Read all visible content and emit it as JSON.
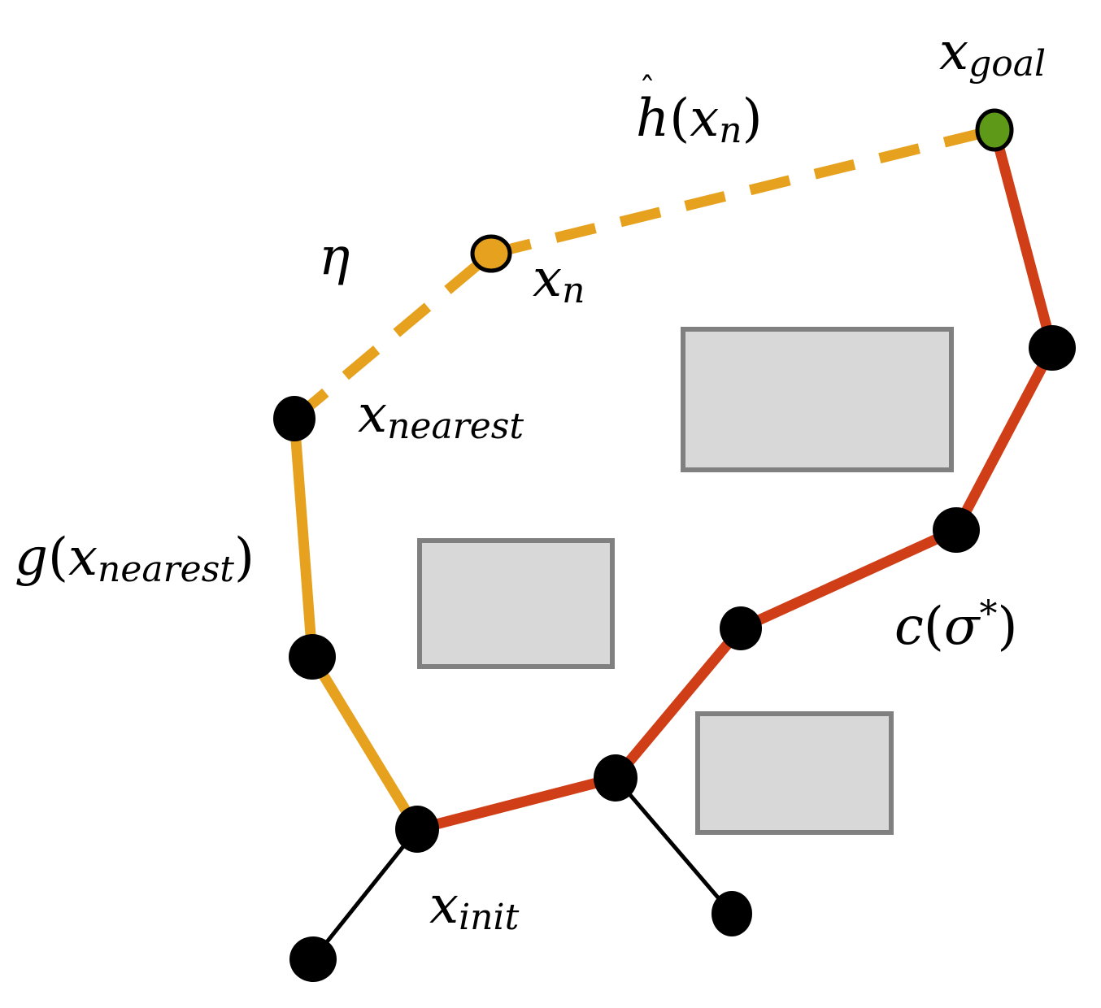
{
  "colors": {
    "background": "#ffffff",
    "gold": "#E6A21E",
    "red": "#D03E17",
    "black": "#000000",
    "goal_green": "#5E9A17",
    "obstacle_fill": "#D8D8D8",
    "obstacle_stroke": "#808080"
  },
  "labels": {
    "x_goal": {
      "base": "x",
      "sub": "goal"
    },
    "h_x_n": {
      "hat": "ˆ",
      "fn": "h",
      "open": "(",
      "base": "x",
      "sub": "n",
      "close": ")"
    },
    "eta": "η",
    "x_n": {
      "base": "x",
      "sub": "n"
    },
    "x_nearest": {
      "base": "x",
      "sub": "nearest"
    },
    "g_x_nearest": {
      "fn": "g",
      "open": "(",
      "base": "x",
      "sub": "nearest",
      "close": ")"
    },
    "c_sigma_star": {
      "fn": "c",
      "open": "(",
      "sigma": "σ",
      "star": "*",
      "close": ")"
    },
    "x_init": {
      "base": "x",
      "sub": "init"
    }
  }
}
